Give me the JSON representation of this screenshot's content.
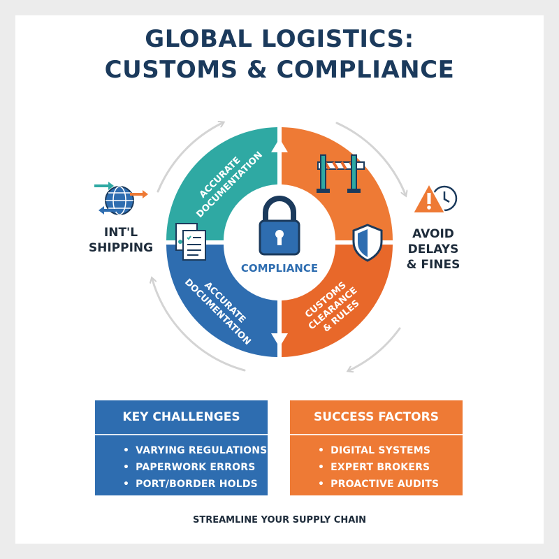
{
  "title": {
    "line1": "GLOBAL LOGISTICS:",
    "line2": "CUSTOMS & COMPLIANCE"
  },
  "wheel": {
    "center_label": "COMPLIANCE",
    "segments": {
      "top_left": {
        "line1": "ACCURATE",
        "line2": "DOCUMENTATION"
      },
      "bottom_left": {
        "line1": "ACCURATE",
        "line2": "DOCUMENTATION"
      },
      "bottom_right": {
        "line1": "CUSTOMS",
        "line2": "CLEARANCE",
        "line3": "& RULES"
      }
    }
  },
  "left_label": {
    "line1": "INT'L",
    "line2": "SHIPPING"
  },
  "right_label": {
    "line1": "AVOID",
    "line2": "DELAYS",
    "line3": "& FINES"
  },
  "challenges": {
    "title": "KEY CHALLENGES",
    "items": [
      "VARYING REGULATIONS",
      "PAPERWORK ERRORS",
      "PORT/BORDER HOLDS"
    ]
  },
  "success": {
    "title": "SUCCESS FACTORS",
    "items": [
      "DIGITAL SYSTEMS",
      "EXPERT BROKERS",
      "PROACTIVE AUDITS"
    ]
  },
  "footer": "STREAMLINE YOUR SUPPLY CHAIN",
  "colors": {
    "teal": "#2fa9a3",
    "blue": "#2e6db0",
    "orange": "#ee7a35",
    "navy": "#1b3a5c"
  }
}
